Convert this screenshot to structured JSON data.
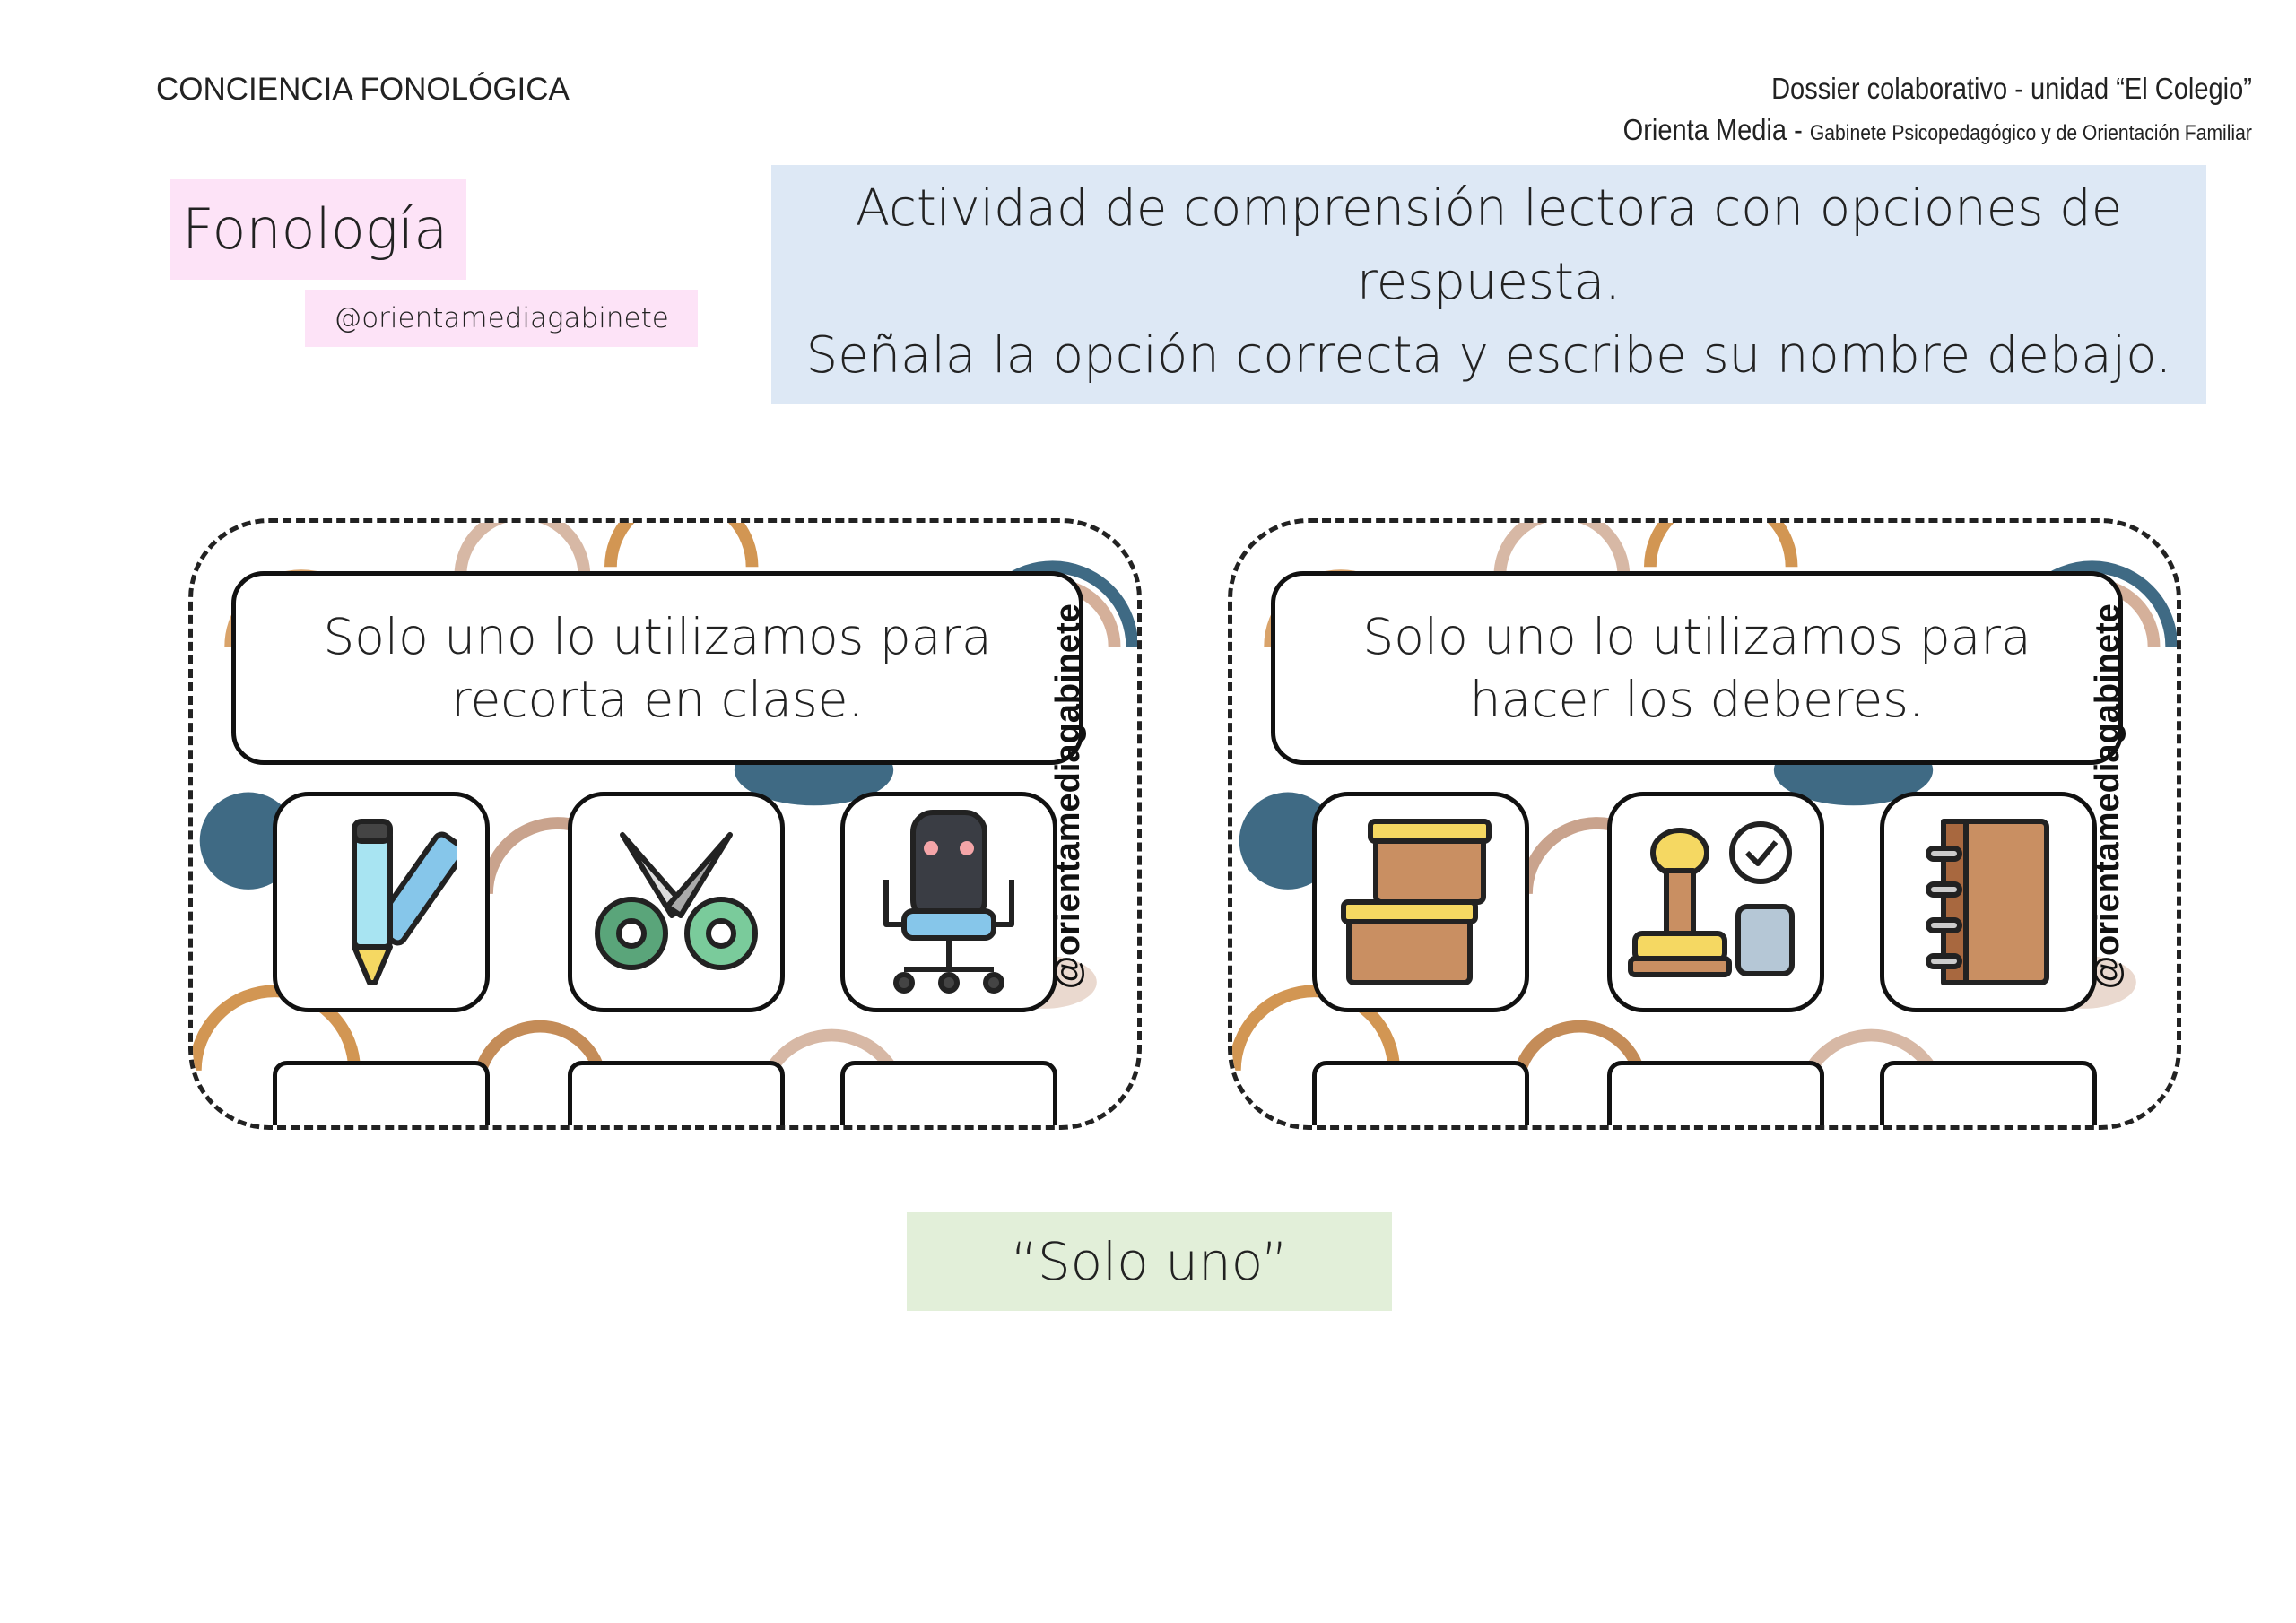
{
  "header": {
    "left": "CONCIENCIA FONOLÓGICA",
    "right_line1": "Dossier colaborativo - unidad “El Colegio”",
    "right_line2_main": "Orienta Media - ",
    "right_line2_sub": "Gabinete Psicopedagógico y de Orientación Familiar"
  },
  "topic": "Fonología",
  "handle": "@orientamediagabinete",
  "instructions": {
    "line1": "Actividad de comprensión lectora con opciones de respuesta.",
    "line2": "Señala la opción correcta y escribe su nombre debajo."
  },
  "cards": [
    {
      "question": "Solo uno lo utilizamos para recorta en clase.",
      "watermark": "@orientamediagabinete",
      "options": [
        "pencil-icon",
        "scissors-icon",
        "office-chair-icon"
      ]
    },
    {
      "question": "Solo uno lo utilizamos para hacer los deberes.",
      "watermark": "@orientamediagabinete",
      "options": [
        "boxes-icon",
        "stamp-icon",
        "notebook-icon"
      ]
    }
  ],
  "focus_phrase": "“Solo uno”",
  "colors": {
    "pink": "#fde3f7",
    "blue": "#dde8f5",
    "green": "#e2efd9"
  }
}
